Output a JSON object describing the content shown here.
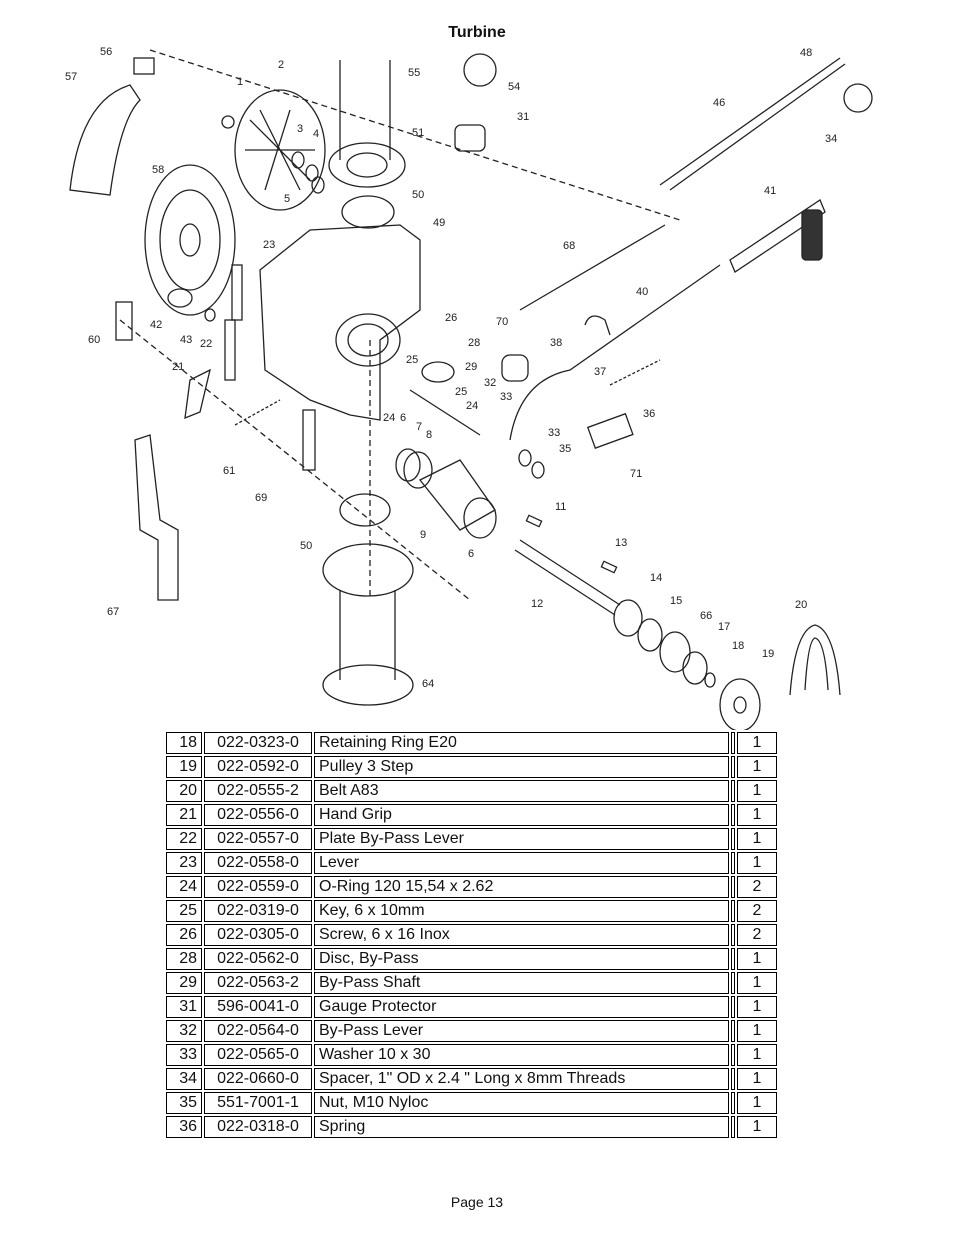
{
  "page_title": "Turbine",
  "diagram": {
    "callouts": [
      "56",
      "57",
      "2",
      "1",
      "55",
      "54",
      "48",
      "46",
      "34",
      "31",
      "3",
      "4",
      "51",
      "58",
      "5",
      "50",
      "49",
      "23",
      "41",
      "68",
      "60",
      "42",
      "43",
      "22",
      "26",
      "28",
      "70",
      "40",
      "38",
      "21",
      "25",
      "29",
      "32",
      "37",
      "24",
      "6",
      "7",
      "8",
      "33",
      "36",
      "61",
      "69",
      "35",
      "71",
      "11",
      "9",
      "50",
      "6",
      "13",
      "12",
      "14",
      "15",
      "66",
      "17",
      "20",
      "18",
      "19",
      "67",
      "64"
    ]
  },
  "parts_table": {
    "rows": [
      {
        "no": "18",
        "part": "022-0323-0",
        "desc": "Retaining Ring E20",
        "qty": "1"
      },
      {
        "no": "19",
        "part": "022-0592-0",
        "desc": "Pulley 3 Step",
        "qty": "1"
      },
      {
        "no": "20",
        "part": "022-0555-2",
        "desc": "Belt A83",
        "qty": "1"
      },
      {
        "no": "21",
        "part": "022-0556-0",
        "desc": "Hand Grip",
        "qty": "1"
      },
      {
        "no": "22",
        "part": "022-0557-0",
        "desc": "Plate By-Pass Lever",
        "qty": "1"
      },
      {
        "no": "23",
        "part": "022-0558-0",
        "desc": "Lever",
        "qty": "1"
      },
      {
        "no": "24",
        "part": "022-0559-0",
        "desc": "O-Ring 120 15,54 x 2.62",
        "qty": "2"
      },
      {
        "no": "25",
        "part": "022-0319-0",
        "desc": "Key, 6 x 10mm",
        "qty": "2"
      },
      {
        "no": "26",
        "part": "022-0305-0",
        "desc": "Screw, 6 x 16 Inox",
        "qty": "2"
      },
      {
        "no": "28",
        "part": "022-0562-0",
        "desc": "Disc, By-Pass",
        "qty": "1"
      },
      {
        "no": "29",
        "part": "022-0563-2",
        "desc": "By-Pass Shaft",
        "qty": "1"
      },
      {
        "no": "31",
        "part": "596-0041-0",
        "desc": "Gauge Protector",
        "qty": "1"
      },
      {
        "no": "32",
        "part": "022-0564-0",
        "desc": "By-Pass Lever",
        "qty": "1"
      },
      {
        "no": "33",
        "part": "022-0565-0",
        "desc": "Washer 10 x 30",
        "qty": "1"
      },
      {
        "no": "34",
        "part": "022-0660-0",
        "desc": "Spacer, 1\" OD x 2.4 \" Long x 8mm Threads",
        "qty": "1"
      },
      {
        "no": "35",
        "part": "551-7001-1",
        "desc": "Nut, M10 Nyloc",
        "qty": "1"
      },
      {
        "no": "36",
        "part": "022-0318-0",
        "desc": "Spring",
        "qty": "1"
      }
    ]
  },
  "footer": "Page 13"
}
